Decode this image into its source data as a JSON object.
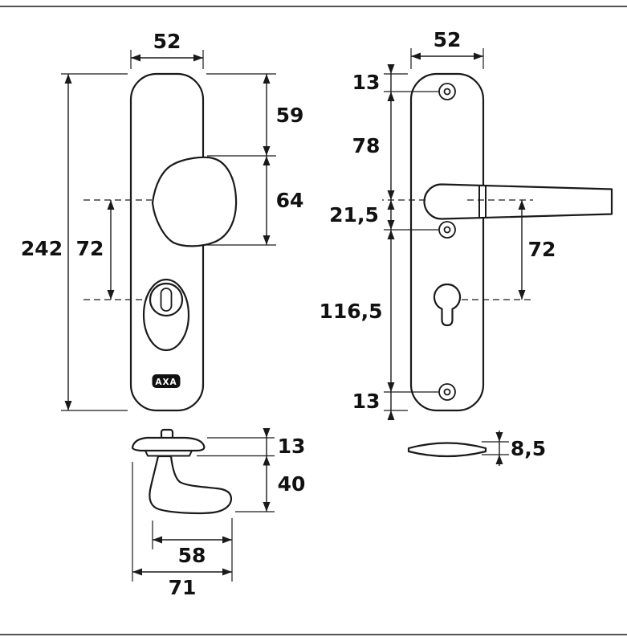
{
  "drawing": {
    "brand_logo": "AXA",
    "knob_view": {
      "plate_width": "52",
      "plate_height": "242",
      "centre_distance": "72",
      "top_to_knob": "59",
      "knob_height": "64"
    },
    "lever_view": {
      "plate_width": "52",
      "top_edge_to_screw": "13",
      "screw_to_handle": "78",
      "handle_to_screw": "21,5",
      "centre_distance": "72",
      "screw_spacing": "116,5",
      "screw_to_bottom_edge": "13",
      "cap_thickness": "8,5"
    },
    "side_view": {
      "rosette_thickness": "13",
      "knob_projection": "40",
      "knob_width": "58",
      "total_depth": "71"
    }
  }
}
